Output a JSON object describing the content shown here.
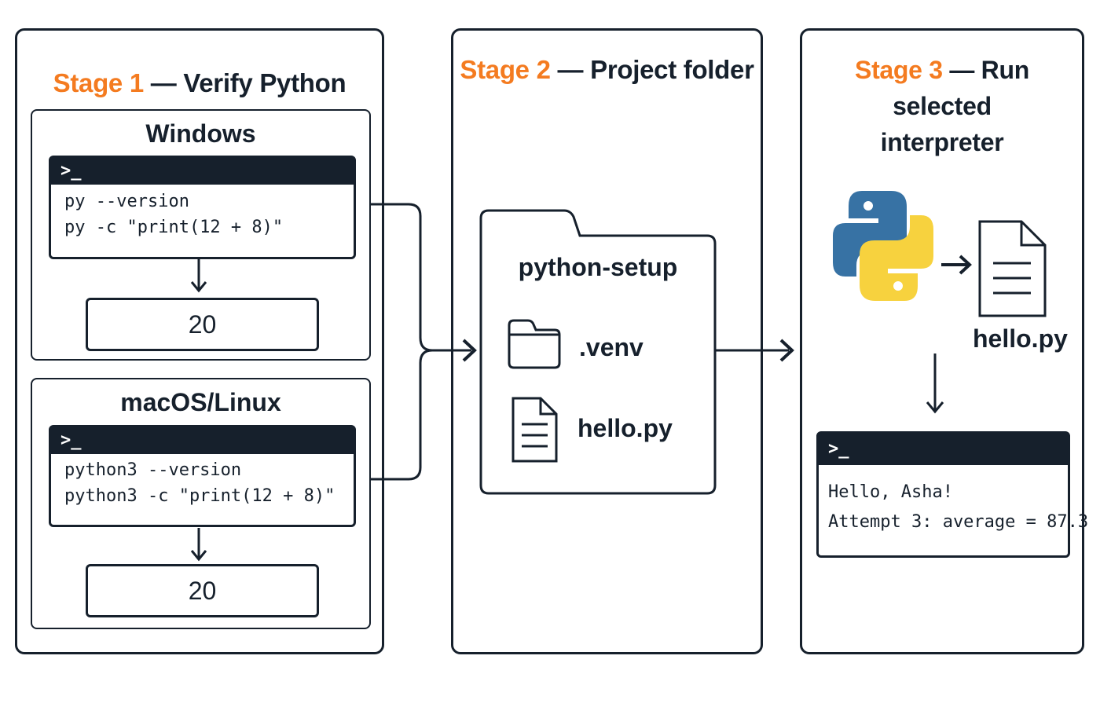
{
  "stage1": {
    "number": "Stage 1",
    "title": " — Verify Python",
    "windows": {
      "label": "Windows",
      "prompt": ">_",
      "commands": [
        "py --version",
        "py -c \"print(12 + 8)\""
      ],
      "result": "20"
    },
    "unix": {
      "label": "macOS/Linux",
      "prompt": ">_",
      "commands": [
        "python3 --version",
        "python3 -c \"print(12 + 8)\""
      ],
      "result": "20"
    }
  },
  "stage2": {
    "number": "Stage 2",
    "title": " — Project folder",
    "folder_name": "python-setup",
    "items": [
      {
        "name": ".venv",
        "icon": "folder-icon"
      },
      {
        "name": "hello.py",
        "icon": "file-icon"
      }
    ]
  },
  "stage3": {
    "number": "Stage 3",
    "title_line1": " — Run selected",
    "title_line2": "interpreter",
    "file_name": "hello.py",
    "terminal": {
      "prompt": ">_",
      "output": [
        "Hello, Asha!",
        "Attempt 3: average = 87.3"
      ]
    }
  },
  "colors": {
    "accent": "#f47b20",
    "ink": "#16202c",
    "python_blue": "#3772a4",
    "python_yellow": "#f7d23e"
  }
}
